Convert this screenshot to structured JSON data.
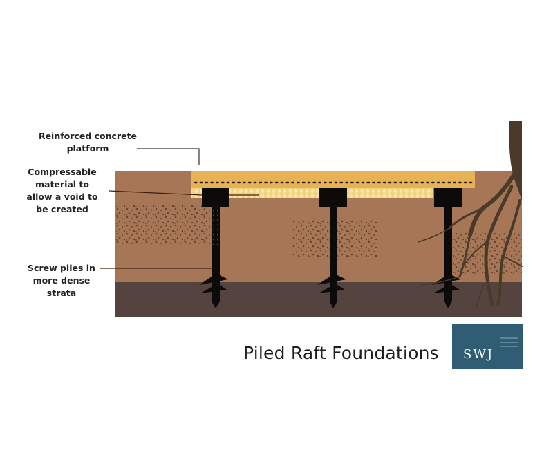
{
  "diagram": {
    "title": "Piled Raft Foundations",
    "labels": {
      "platform": [
        "Reinforced concrete",
        "platform"
      ],
      "compressible": [
        "Compressable",
        "material to",
        "allow a void to",
        "be created"
      ],
      "piles": [
        "Screw piles in",
        "more dense",
        "strata"
      ]
    },
    "logo": {
      "text": "SWJ",
      "background": "#2f5d73"
    },
    "colors": {
      "soil": "#a77657",
      "dense_strata": "#554340",
      "concrete_platform": "#e6b255",
      "compressible_material": "#f5d98c",
      "pile": "#0d0b0a",
      "tree_root": "#4a3a2a",
      "gravel_dots": "#6a4630"
    }
  }
}
